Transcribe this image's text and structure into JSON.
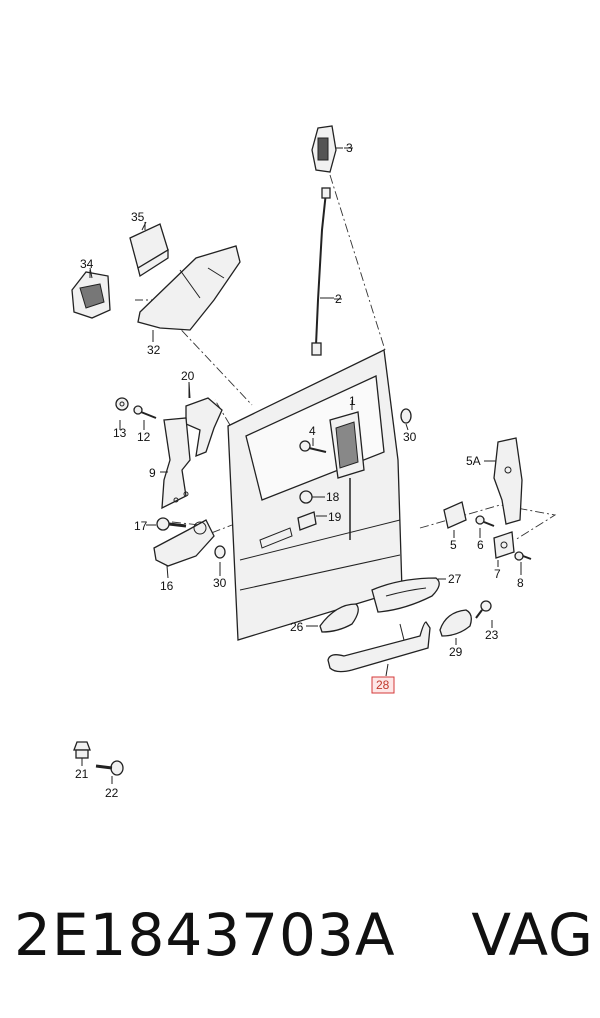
{
  "diagram": {
    "callouts": [
      {
        "id": "3",
        "text": "3"
      },
      {
        "id": "2",
        "text": "2"
      },
      {
        "id": "35",
        "text": "35"
      },
      {
        "id": "34",
        "text": "34"
      },
      {
        "id": "32",
        "text": "32"
      },
      {
        "id": "20",
        "text": "20"
      },
      {
        "id": "13",
        "text": "13"
      },
      {
        "id": "12",
        "text": "12"
      },
      {
        "id": "9",
        "text": "9"
      },
      {
        "id": "17",
        "text": "17"
      },
      {
        "id": "16",
        "text": "16"
      },
      {
        "id": "30a",
        "text": "30"
      },
      {
        "id": "30b",
        "text": "30"
      },
      {
        "id": "1",
        "text": "1"
      },
      {
        "id": "4",
        "text": "4"
      },
      {
        "id": "18",
        "text": "18"
      },
      {
        "id": "19",
        "text": "19"
      },
      {
        "id": "5A",
        "text": "5A"
      },
      {
        "id": "5",
        "text": "5"
      },
      {
        "id": "6",
        "text": "6"
      },
      {
        "id": "7",
        "text": "7"
      },
      {
        "id": "8",
        "text": "8"
      },
      {
        "id": "27",
        "text": "27"
      },
      {
        "id": "26",
        "text": "26"
      },
      {
        "id": "23",
        "text": "23"
      },
      {
        "id": "29",
        "text": "29"
      },
      {
        "id": "28",
        "text": "28",
        "highlighted": true
      },
      {
        "id": "21",
        "text": "21"
      },
      {
        "id": "22",
        "text": "22"
      }
    ],
    "highlight_color": "#d43a3a"
  },
  "caption": {
    "part_number": "2E1843703A",
    "brand": "VAG"
  }
}
